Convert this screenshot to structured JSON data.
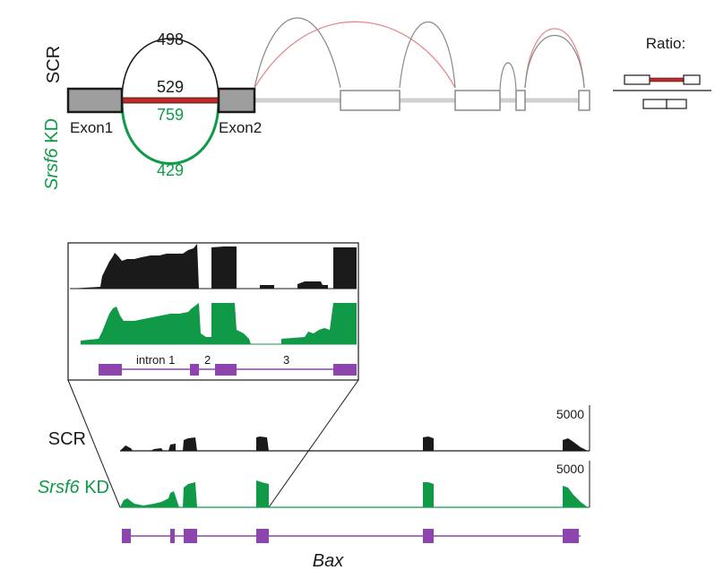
{
  "colors": {
    "black": "#1a1a1a",
    "green": "#109a48",
    "red": "#c62828",
    "pink": "#e58a8f",
    "gray_exon": "#9e9e9e",
    "gray_line": "#8a8a8a",
    "purple": "#8e44ad"
  },
  "top": {
    "scr_label": "SCR",
    "kd_label_italic": "Srsf6",
    "kd_label_rest": " KD",
    "count_scr_skip": "498",
    "count_scr_incl": "529",
    "count_kd_incl": "759",
    "count_kd_skip": "429",
    "exon1_label": "Exon1",
    "exon2_label": "Exon2",
    "ratio_label": "Ratio:"
  },
  "inset": {
    "intron_label": "intron 1",
    "label_2": "2",
    "label_3": "3"
  },
  "bottom": {
    "scr_label": "SCR",
    "kd_label_italic": "Srsf6",
    "kd_label_rest": " KD",
    "scale_scr": "5000",
    "scale_kd": "5000",
    "gene_name": "Bax"
  }
}
